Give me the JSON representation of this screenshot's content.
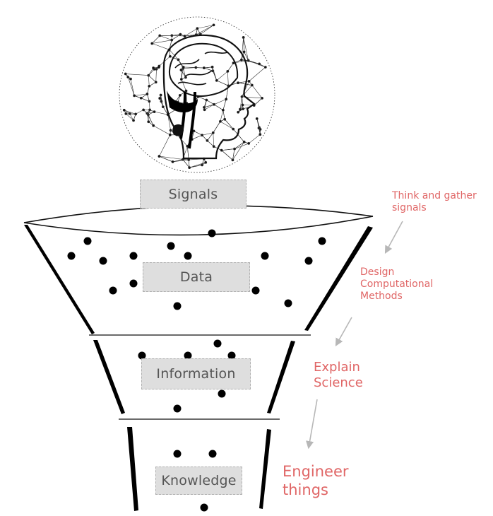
{
  "stages": {
    "signals": "Signals",
    "data": "Data",
    "information": "Information",
    "knowledge": "Knowledge"
  },
  "annotations": {
    "think": [
      "Think and gather",
      "signals"
    ],
    "design": [
      "Design",
      "Computational",
      "Methods"
    ],
    "explain": [
      "Explain",
      "Science"
    ],
    "engineer": [
      "Engineer",
      "things"
    ]
  },
  "colors": {
    "annotation": "#e06666",
    "box_fill": "#dedede",
    "box_border": "#b0b0b0",
    "box_text": "#555555",
    "ink": "#000000",
    "arrow": "#b7b7b7"
  },
  "icons": {
    "head": "brain-network-head-icon"
  }
}
